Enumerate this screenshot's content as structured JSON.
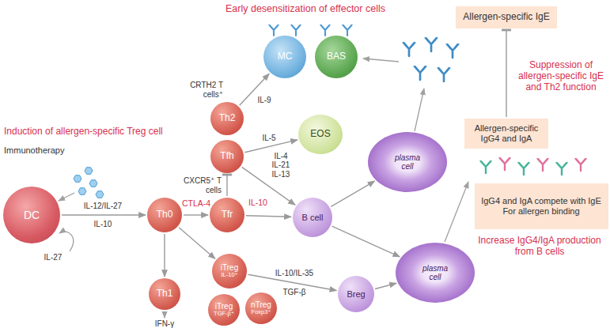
{
  "diagram": {
    "nodes": [
      {
        "text": [
          "DC"
        ]
      },
      {
        "text": [
          "Th0"
        ]
      },
      {
        "text": [
          "Th1"
        ]
      },
      {
        "text": [
          "Th2"
        ]
      },
      {
        "text": [
          "Tfh"
        ]
      },
      {
        "text": [
          "Tfr"
        ]
      },
      {
        "text": [
          "B cell"
        ]
      },
      {
        "text": [
          "MC"
        ]
      },
      {
        "text": [
          "BAS"
        ]
      },
      {
        "text": [
          "EOS"
        ]
      },
      {
        "text": [
          "plasma cell"
        ]
      },
      {
        "text": [
          "iTreg",
          "IL-10⁺"
        ]
      },
      {
        "text": [
          "iTreg",
          "TGF-β⁺"
        ]
      },
      {
        "text": [
          "nTreg",
          "Foxp3⁺"
        ]
      },
      {
        "text": [
          "Breg"
        ]
      },
      {
        "text": [
          "plasma cell"
        ]
      },
      {
        "text": [
          "Allergen-specific IgE"
        ]
      },
      {
        "text": [
          "Allergen-specific IgG4 and IgA"
        ]
      },
      {
        "text": [
          "IgG4 and IgA compete with IgE For allergen binding"
        ]
      }
    ],
    "edges": [
      {
        "from": 0,
        "to": 1,
        "arrow": "to",
        "label": "IL-12/IL-27"
      },
      {
        "from": 1,
        "to": 2,
        "arrow": "to"
      },
      {
        "from": 1,
        "to": 5,
        "arrow": "to"
      },
      {
        "from": 1,
        "to": 11,
        "arrow": "to"
      },
      {
        "from": 5,
        "to": 4,
        "arrow": "to"
      },
      {
        "from": 3,
        "to": 7,
        "arrow": "to",
        "label": "IL-9"
      },
      {
        "from": 4,
        "to": 9,
        "arrow": "to",
        "label": "IL-5"
      },
      {
        "from": 4,
        "to": 6,
        "arrow": "to",
        "label": "IL-4 IL-21 IL-13"
      },
      {
        "from": 5,
        "to": 6,
        "arrow": "to"
      },
      {
        "from": 6,
        "to": 10,
        "arrow": "to"
      },
      {
        "from": 6,
        "to": 15,
        "arrow": "to"
      },
      {
        "from": 11,
        "to": 14,
        "arrow": "to",
        "label": "IL-10/IL-35"
      },
      {
        "from": 14,
        "to": 15,
        "arrow": "to"
      },
      {
        "from": 17,
        "to": 16,
        "arrow": "to"
      }
    ],
    "labels": [
      "Early desensitization of effector cells",
      "Induction of allergen-specific Treg cell",
      "Immunotherapy",
      "IL-27",
      "IL-10",
      "CRTH2 T cells⁺",
      "CXCR5⁺ T cells",
      "CTLA-4",
      "IL-10",
      "TGF-β",
      "IFN-γ",
      "Suppression of allergen-specific IgE and Th2 function",
      "Increase IgG4/IgA production from B cells"
    ]
  }
}
